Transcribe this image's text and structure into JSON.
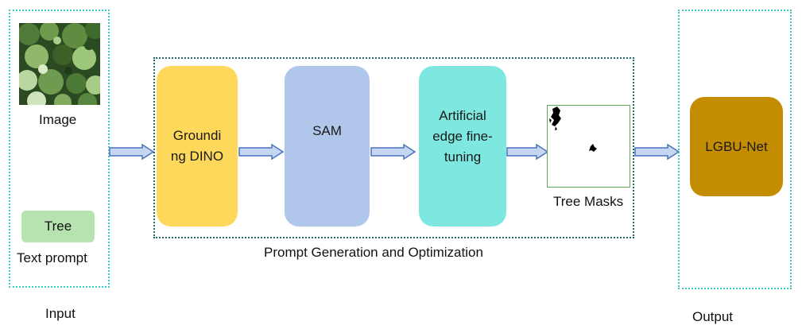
{
  "input": {
    "section_label": "Input",
    "image_caption": "Image",
    "tree_chip": "Tree",
    "text_prompt_caption": "Text prompt"
  },
  "pipeline": {
    "caption": "Prompt Generation and Optimization",
    "blocks": [
      {
        "label": "Groundi ng DINO",
        "color": "#fdd85a"
      },
      {
        "label": "SAM",
        "color": "#b0c6ea"
      },
      {
        "label": "Artificial edge fine- tuning",
        "color": "#7ee8e0"
      }
    ],
    "mask_caption": "Tree Masks"
  },
  "output": {
    "section_label": "Output",
    "block_label": "LGBU-Net",
    "block_color": "#c48c00"
  },
  "colors": {
    "arrow_fill": "#c5d6f2",
    "arrow_stroke": "#4a74bb",
    "input_box_border": "#3cc7c0",
    "pipeline_box_border": "#1f6b63",
    "tree_chip_bg": "#b7e3b0",
    "mask_border": "#5caa55"
  }
}
